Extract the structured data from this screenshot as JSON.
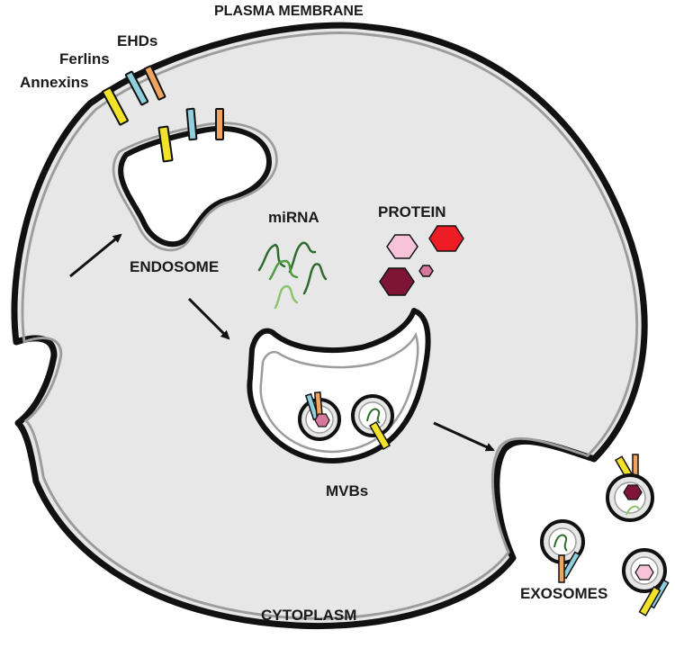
{
  "labels": {
    "plasma_membrane": "PLASMA MEMBRANE",
    "ehds": "EHDs",
    "ferlins": "Ferlins",
    "annexins": "Annexins",
    "mirna": "miRNA",
    "protein": "PROTEIN",
    "endosome": "ENDOSOME",
    "mvbs": "MVBs",
    "exosomes": "EXOSOMES",
    "cytoplasm": "CYTOPLASM"
  },
  "colors": {
    "annexin": "#f2e32a",
    "ferlin": "#8fd0de",
    "ehd": "#f0a460",
    "cytoplasm_fill": "#e7e7e7",
    "membrane_inner": "#9c9c9c",
    "mirna_dark": "#2f6b2f",
    "mirna_mid": "#4f9a3f",
    "mirna_light": "#8cc46e",
    "protein_red": "#ee1c25",
    "protein_pink": "#f6c3d9",
    "protein_maroon": "#7e1536",
    "protein_mauve": "#d6789e"
  }
}
